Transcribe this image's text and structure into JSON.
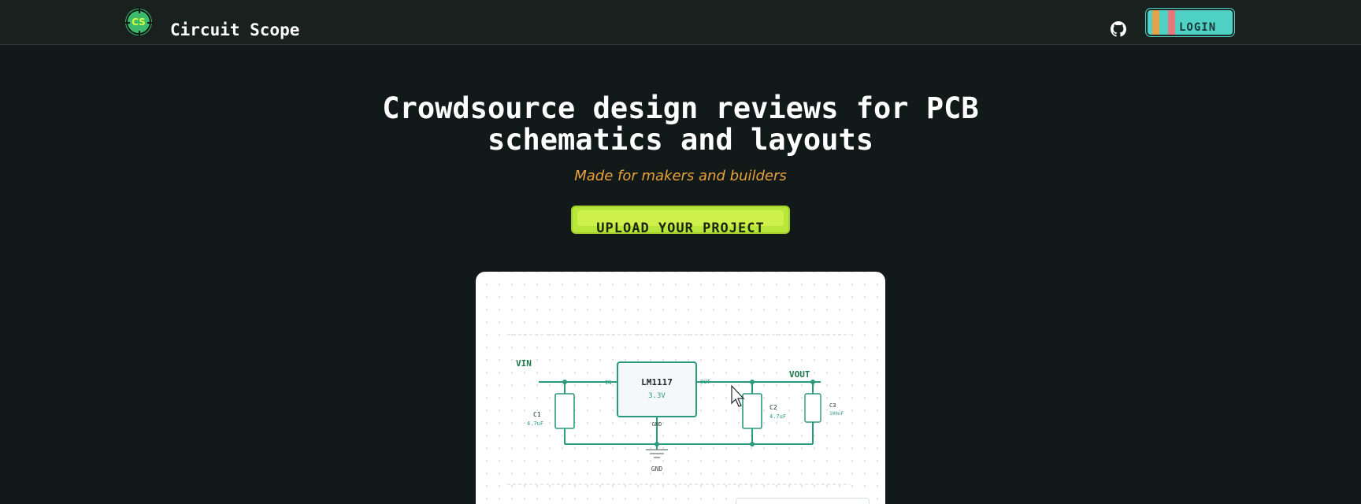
{
  "header": {
    "logo_initials": "CS",
    "brand": "Circuit Scope",
    "github_icon": "github-icon",
    "login_label": "LOGIN"
  },
  "hero": {
    "title_line1": "Crowdsource design reviews for PCB",
    "title_line2": "schematics and layouts",
    "subtitle": "Made for makers and builders",
    "cta_label": "UPLOAD YOUR PROJECT"
  },
  "schematic": {
    "vin": "VIN",
    "vout": "VOUT",
    "regulator": {
      "name": "LM1117",
      "value": "3.3V",
      "pin_in": "IN",
      "pin_out": "OUT",
      "pin_gnd": "GND"
    },
    "c1": {
      "name": "C1",
      "value": "4.7uF"
    },
    "c2": {
      "name": "C2",
      "value": "4.7uF"
    },
    "c3": {
      "name": "C3",
      "value": "100nF"
    },
    "ground": "GND"
  },
  "colors": {
    "background": "#121a19",
    "header": "#19211f",
    "accent_lime": "#cdf04a",
    "accent_orange": "#e9a23b",
    "accent_teal": "#4fd1c5",
    "schematic_green": "#2a9a7e",
    "net_label": "#1c7a4a"
  },
  "icons": {
    "cursor": "cursor-arrow-icon",
    "logo": "circuit-scope-logo-icon"
  }
}
